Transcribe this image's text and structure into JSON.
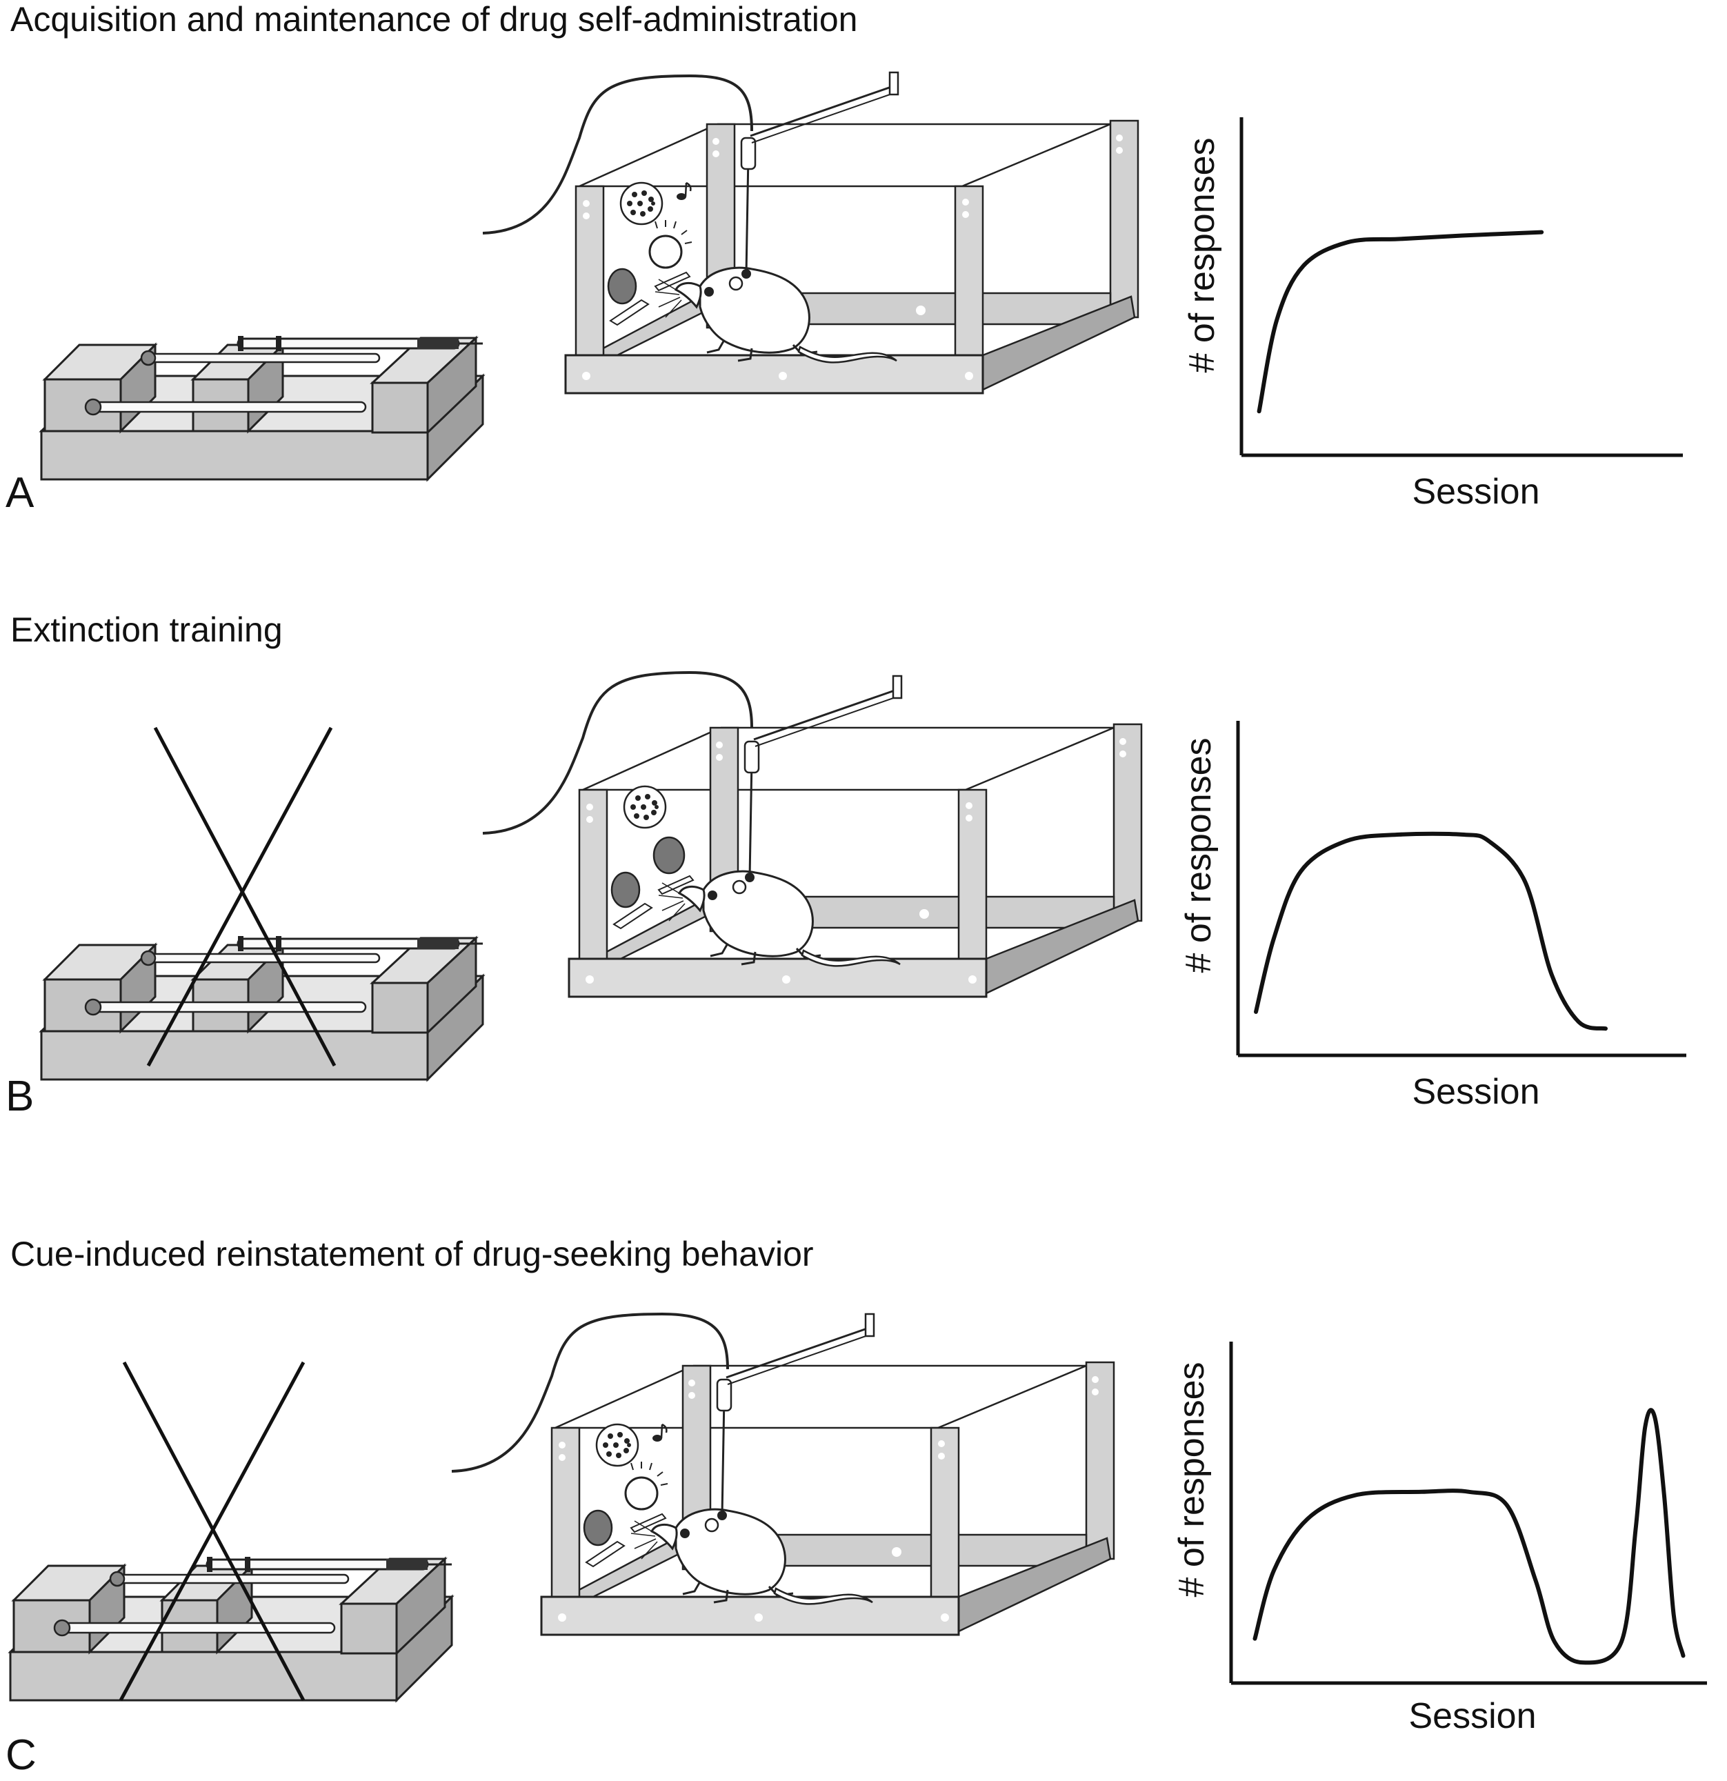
{
  "panels": [
    {
      "id": "A",
      "letter": "A",
      "title": "Acquisition and maintenance of drug self-administration",
      "pump_crossed": false,
      "speaker_tone_cue": true,
      "light_cue_on": true,
      "graph": {
        "xlabel": "Session",
        "ylabel": "# of responses",
        "curve": [
          [
            0.04,
            0.13
          ],
          [
            0.08,
            0.4
          ],
          [
            0.14,
            0.56
          ],
          [
            0.24,
            0.63
          ],
          [
            0.36,
            0.64
          ],
          [
            0.5,
            0.65
          ],
          [
            0.68,
            0.66
          ]
        ]
      }
    },
    {
      "id": "B",
      "letter": "B",
      "title": "Extinction training",
      "pump_crossed": true,
      "speaker_tone_cue": false,
      "light_cue_on": false,
      "graph": {
        "xlabel": "Session",
        "ylabel": "# of responses",
        "curve": [
          [
            0.04,
            0.13
          ],
          [
            0.08,
            0.35
          ],
          [
            0.14,
            0.55
          ],
          [
            0.24,
            0.64
          ],
          [
            0.36,
            0.66
          ],
          [
            0.5,
            0.66
          ],
          [
            0.56,
            0.64
          ],
          [
            0.64,
            0.52
          ],
          [
            0.7,
            0.24
          ],
          [
            0.76,
            0.1
          ],
          [
            0.82,
            0.08
          ]
        ]
      }
    },
    {
      "id": "C",
      "letter": "C",
      "title": "Cue-induced reinstatement of drug-seeking behavior",
      "pump_crossed": true,
      "speaker_tone_cue": true,
      "light_cue_on": true,
      "graph": {
        "xlabel": "Session",
        "ylabel": "# of responses",
        "curve": [
          [
            0.05,
            0.13
          ],
          [
            0.09,
            0.33
          ],
          [
            0.16,
            0.48
          ],
          [
            0.26,
            0.55
          ],
          [
            0.4,
            0.56
          ],
          [
            0.5,
            0.56
          ],
          [
            0.58,
            0.52
          ],
          [
            0.64,
            0.3
          ],
          [
            0.68,
            0.12
          ],
          [
            0.74,
            0.06
          ],
          [
            0.82,
            0.12
          ],
          [
            0.85,
            0.45
          ],
          [
            0.87,
            0.75
          ],
          [
            0.89,
            0.78
          ],
          [
            0.91,
            0.55
          ],
          [
            0.93,
            0.2
          ],
          [
            0.95,
            0.08
          ]
        ]
      }
    }
  ],
  "chart_data": [
    {
      "type": "line",
      "title": "Acquisition and maintenance of drug self-administration",
      "xlabel": "Session",
      "ylabel": "# of responses",
      "series": [
        {
          "values": [
            0.13,
            0.4,
            0.56,
            0.63,
            0.64,
            0.65,
            0.66
          ]
        }
      ],
      "x": [
        0.04,
        0.08,
        0.14,
        0.24,
        0.36,
        0.5,
        0.68
      ],
      "xlim": [
        0,
        1
      ],
      "ylim": [
        0,
        1
      ],
      "grid": false
    },
    {
      "type": "line",
      "title": "Extinction training",
      "xlabel": "Session",
      "ylabel": "# of responses",
      "series": [
        {
          "values": [
            0.13,
            0.35,
            0.55,
            0.64,
            0.66,
            0.66,
            0.64,
            0.52,
            0.24,
            0.1,
            0.08
          ]
        }
      ],
      "x": [
        0.04,
        0.08,
        0.14,
        0.24,
        0.36,
        0.5,
        0.56,
        0.64,
        0.7,
        0.76,
        0.82
      ],
      "xlim": [
        0,
        1
      ],
      "ylim": [
        0,
        1
      ],
      "grid": false
    },
    {
      "type": "line",
      "title": "Cue-induced reinstatement of drug-seeking behavior",
      "xlabel": "Session",
      "ylabel": "# of responses",
      "series": [
        {
          "values": [
            0.13,
            0.33,
            0.48,
            0.55,
            0.56,
            0.56,
            0.52,
            0.3,
            0.12,
            0.06,
            0.12,
            0.45,
            0.75,
            0.78,
            0.55,
            0.2,
            0.08
          ]
        }
      ],
      "x": [
        0.05,
        0.09,
        0.16,
        0.26,
        0.4,
        0.5,
        0.58,
        0.64,
        0.68,
        0.74,
        0.82,
        0.85,
        0.87,
        0.89,
        0.91,
        0.93,
        0.95
      ],
      "xlim": [
        0,
        1
      ],
      "ylim": [
        0,
        1
      ],
      "grid": false
    }
  ]
}
